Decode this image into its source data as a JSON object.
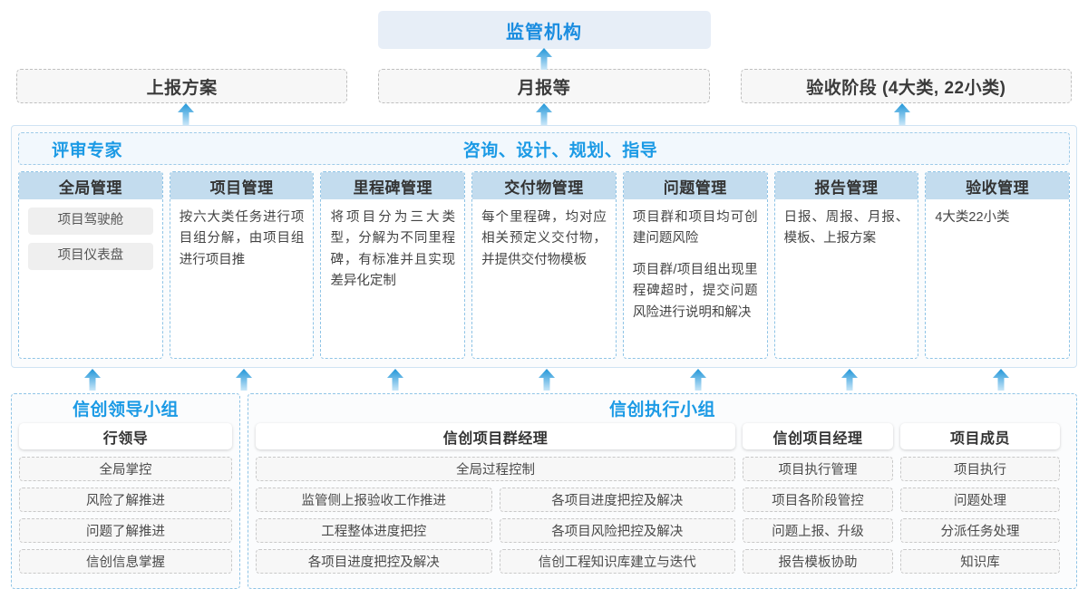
{
  "top": {
    "regulator": {
      "label": "监管机构"
    },
    "documents": [
      {
        "id": "plan-report",
        "label": "上报方案"
      },
      {
        "id": "monthly-report",
        "label": "月报等"
      },
      {
        "id": "acceptance-stage",
        "label": "验收阶段 (4大类, 22小类)"
      }
    ]
  },
  "middle": {
    "band": {
      "left_label": "评审专家",
      "center_label": "咨询、设计、规划、指导"
    },
    "columns": [
      {
        "id": "global-management",
        "header": "全局管理",
        "chips": [
          "项目驾驶舱",
          "项目仪表盘"
        ],
        "paragraphs": []
      },
      {
        "id": "project-management",
        "header": "项目管理",
        "chips": [],
        "paragraphs": [
          "按六大类任务进行项目组分解，由项目组进行项目推"
        ]
      },
      {
        "id": "milestone-management",
        "header": "里程碑管理",
        "chips": [],
        "paragraphs": [
          "将项目分为三大类型，分解为不同里程碑，有标准并且实现差异化定制"
        ]
      },
      {
        "id": "deliverable-management",
        "header": "交付物管理",
        "chips": [],
        "paragraphs": [
          "每个里程碑，均对应相关预定义交付物，并提供交付物模板"
        ]
      },
      {
        "id": "issue-management",
        "header": "问题管理",
        "chips": [],
        "paragraphs": [
          "项目群和项目均可创建问题风险",
          "项目群/项目组出现里程碑超时，提交问题风险进行说明和解决"
        ]
      },
      {
        "id": "report-management",
        "header": "报告管理",
        "chips": [],
        "paragraphs": [
          "日报、周报、月报、模板、上报方案"
        ]
      },
      {
        "id": "acceptance-management",
        "header": "验收管理",
        "chips": [],
        "paragraphs": [
          "4大类22小类"
        ]
      }
    ]
  },
  "bottom": {
    "leading_group": {
      "title": "信创领导小组",
      "head": "行领导",
      "items": [
        "全局掌控",
        "风险了解推进",
        "问题了解推进",
        "信创信息掌握"
      ]
    },
    "execution_group": {
      "title": "信创执行小组",
      "program_manager": {
        "head": "信创项目群经理",
        "full_item": "全局过程控制",
        "left_items": [
          "监管侧上报验收工作推进",
          "工程整体进度把控",
          "各项目进度把控及解决"
        ],
        "right_items": [
          "各项目进度把控及解决",
          "各项目风险把控及解决",
          "信创工程知识库建立与迭代"
        ]
      },
      "project_manager": {
        "head": "信创项目经理",
        "items": [
          "项目执行管理",
          "项目各阶段管控",
          "问题上报、升级",
          "报告模板协助"
        ]
      },
      "project_member": {
        "head": "项目成员",
        "items": [
          "项目执行",
          "问题处理",
          "分派任务处理",
          "知识库"
        ]
      }
    }
  },
  "icons": {
    "up_arrow": "up-arrow-icon"
  },
  "colors": {
    "accent_blue": "#1b9ae5",
    "header_blue": "#c3dcee",
    "regulator_bg": "#e7eef7",
    "arrow_top": "#2196d8",
    "arrow_bottom": "#bfe2f5",
    "dashed_gray": "#bfbfbf",
    "dashed_blue": "#8fc4e6"
  }
}
